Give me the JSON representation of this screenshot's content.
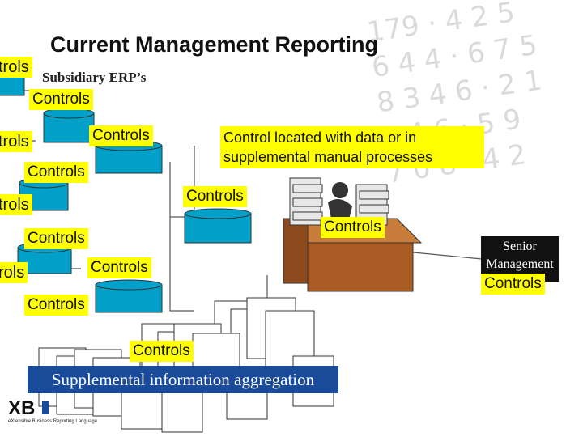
{
  "title": "Current Management Reporting",
  "subtitle": "Subsidiary ERP’s",
  "controls_label": "Controls",
  "left_partial_label": "trols",
  "left_partial_label_b": "rols",
  "note": "Control located with data or in supplemental manual processes",
  "senior_management": [
    "Senior",
    "Management"
  ],
  "aggregation": "Supplemental information aggregation",
  "logo": {
    "mark": "XBRL",
    "tagline": "eXtensible Business Reporting Language"
  },
  "colors": {
    "highlight": "#ffff00",
    "database": "#00a0c8",
    "aggregation_box": "#1a4a9a",
    "senior_box": "#111111"
  }
}
